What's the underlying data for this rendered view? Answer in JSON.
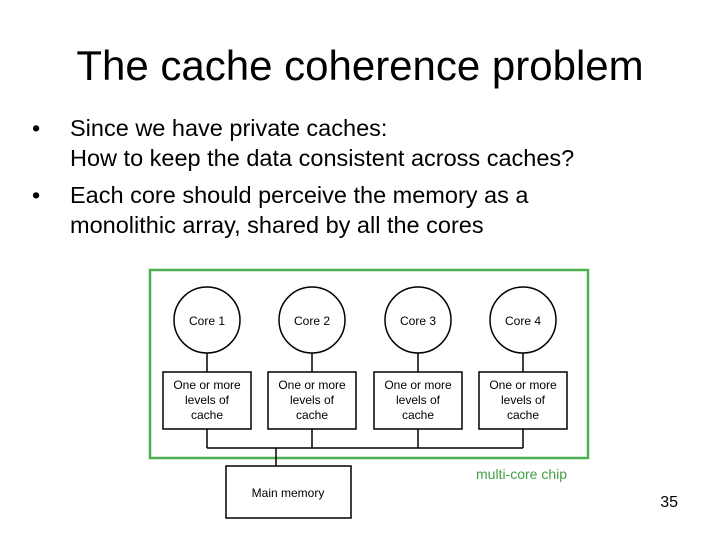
{
  "title": "The cache coherence problem",
  "bullets": [
    {
      "lines": [
        "Since we have private caches:",
        "How to keep the data consistent across caches?"
      ]
    },
    {
      "lines": [
        "Each core should perceive the memory as a",
        "monolithic array, shared by all the cores"
      ]
    }
  ],
  "bullet_symbol": "•",
  "diagram": {
    "chip_label": "multi-core chip",
    "cores": [
      {
        "name": "Core 1",
        "cache_lines": [
          "One or more",
          "levels of",
          "cache"
        ]
      },
      {
        "name": "Core 2",
        "cache_lines": [
          "One or more",
          "levels of",
          "cache"
        ]
      },
      {
        "name": "Core 3",
        "cache_lines": [
          "One or more",
          "levels of",
          "cache"
        ]
      },
      {
        "name": "Core 4",
        "cache_lines": [
          "One or more",
          "levels of",
          "cache"
        ]
      }
    ],
    "memory_label": "Main memory",
    "colors": {
      "chip_border": "#4caf50",
      "chip_label": "#43a047",
      "lines": "#000000"
    }
  },
  "page_number": "35"
}
